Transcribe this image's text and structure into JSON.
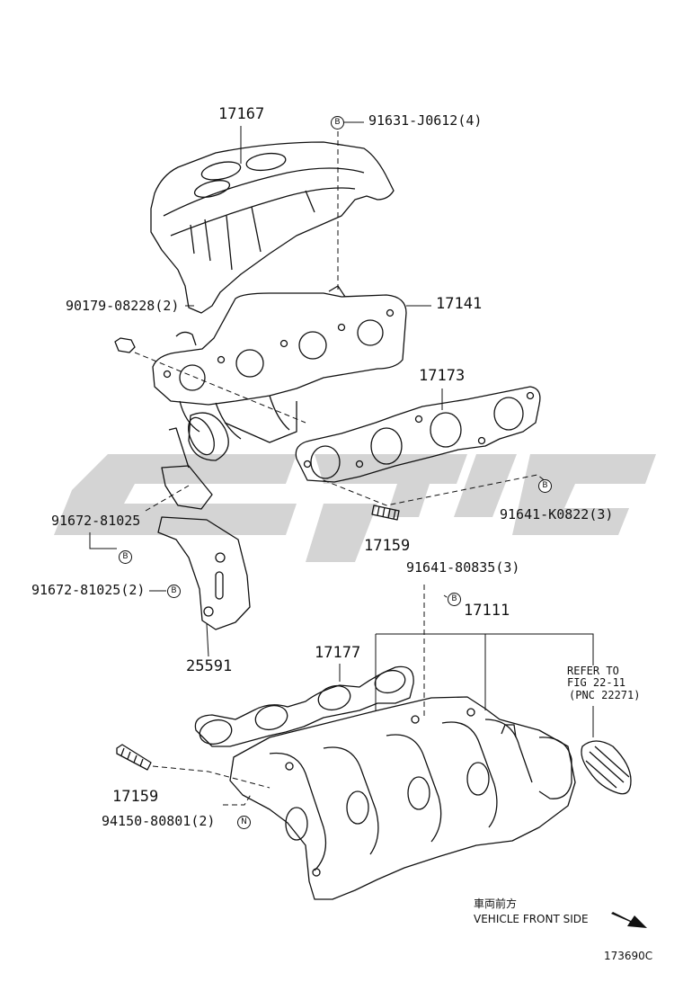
{
  "watermark": {
    "color": "#d4d4d4"
  },
  "colors": {
    "line": "#111111"
  },
  "callouts": {
    "p17167": "17167",
    "p91631": "91631-J0612(4)",
    "p90179": "90179-08228(2)",
    "p17141": "17141",
    "p17173": "17173",
    "p91641k": "91641-K0822(3)",
    "p91672a": "91672-81025",
    "p91672b": "91672-81025(2)",
    "p17159a": "17159",
    "p91641_80835": "91641-80835(3)",
    "p17111": "17111",
    "p17177": "17177",
    "p25591": "25591",
    "p17159b": "17159",
    "p94150": "94150-80801(2)"
  },
  "refer": {
    "line1": "REFER TO",
    "line2": "FIG 22-11",
    "line3": "(PNC 22271)"
  },
  "markers": {
    "b": "B",
    "n": "N"
  },
  "direction": {
    "japanese": "車両前方",
    "english": "VEHICLE FRONT SIDE",
    "icon": "arrow-down-right-icon"
  },
  "figure_id": "173690C"
}
